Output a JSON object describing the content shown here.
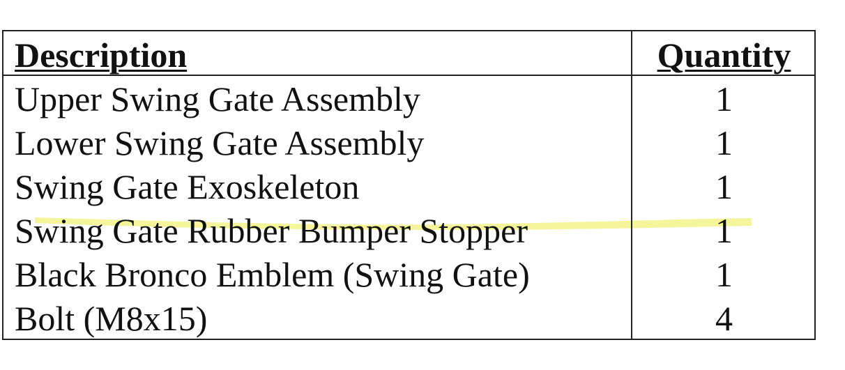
{
  "table": {
    "headers": {
      "description": "Description",
      "quantity": "Quantity"
    },
    "rows": [
      {
        "description": "Upper Swing Gate Assembly",
        "quantity": "1"
      },
      {
        "description": "Lower Swing Gate Assembly",
        "quantity": "1"
      },
      {
        "description": "Swing Gate Exoskeleton",
        "quantity": "1"
      },
      {
        "description": "Swing Gate Rubber Bumper Stopper",
        "quantity": "1"
      },
      {
        "description": "Black Bronco Emblem (Swing Gate)",
        "quantity": "1"
      },
      {
        "description": "Bolt (M8x15)",
        "quantity": "4"
      }
    ],
    "highlighted_row": 3
  },
  "colors": {
    "text": "#111111",
    "border": "#222222",
    "highlighter": "#f3f58a"
  }
}
